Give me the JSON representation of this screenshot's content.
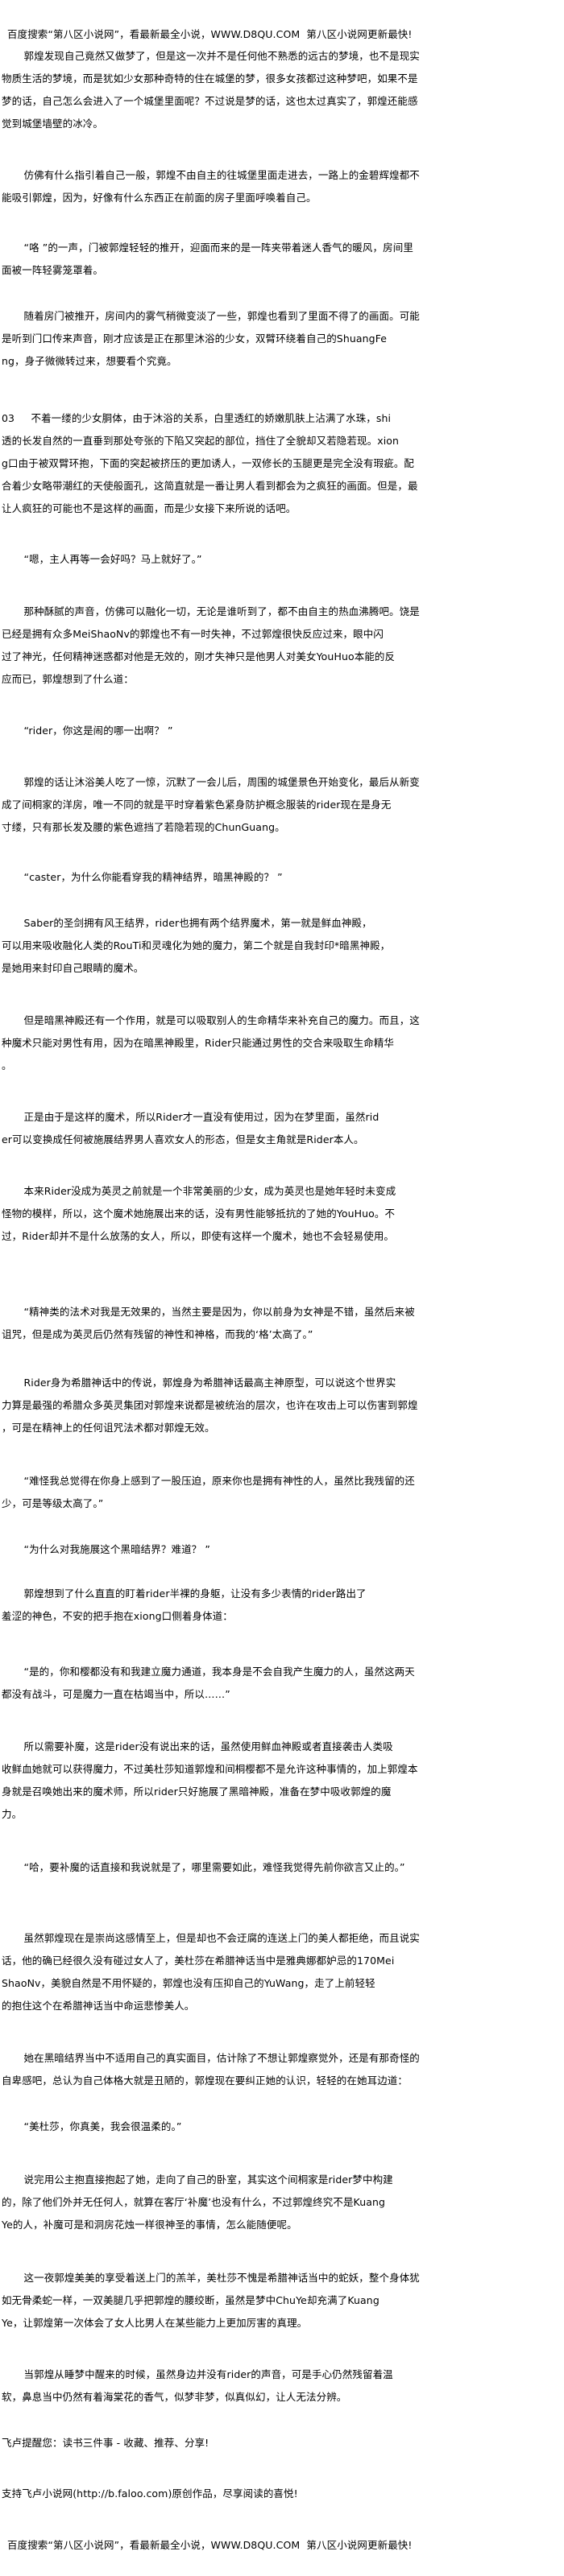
{
  "header_ad": "百度搜索“第八区小说网”，看最新最全小说，WWW.D8QU.COM  第八区小说网更新最快!",
  "paragraphs": [
    "郭煌发现自己竟然又做梦了，但是这一次并不是任何他不熟悉的远古的梦境，也不是现实\n物质生活的梦境，而是犹如少女那种奇特的住在城堡的梦，很多女孩都过这种梦吧，如果不是\n梦的话，自己怎么会进入了一个城堡里面呢？不过说是梦的话，这也太过真实了，郭煌还能感\n觉到城堡墙壁的冰冷。",
    "仿佛有什么指引着自己一般，郭煌不由自主的往城堡里面走进去，一路上的金碧辉煌都不\n能吸引郭煌，因为，好像有什么东西正在前面的房子里面呼唤着自己。",
    "“咯 ”的一声，门被郭煌轻轻的推开，迎面而来的是一阵夹带着迷人香气的暖风，房间里\n面被一阵轻雾笼罩着。",
    "随着房门被推开，房间内的雾气稍微变淡了一些，郭煌也看到了里面不得了的画面。可能\n是听到门口传来声音，刚才应该是正在那里沐浴的少女，双臂环绕着自己的ShuangFe\nng，身子微微转过来，想要看个究竟。",
    "03     不着一缕的少女胴体，由于沐浴的关系，白里透红的娇嫩肌肤上沾满了水珠，shi\n透的长发自然的一直垂到那处夸张的下陷又突起的部位，挡住了全貌却又若隐若现。xion\ng口由于被双臂环抱，下面的突起被挤压的更加诱人，一双修长的玉腿更是完全没有瑕疵。配\n合着少女略带潮红的天使般面孔，这简直就是一番让男人看到都会为之疯狂的画面。但是，最\n让人疯狂的可能也不是这样的画面，而是少女接下来所说的话吧。",
    "“嗯，主人再等一会好吗？马上就好了。”",
    "那种酥腻的声音，仿佛可以融化一切，无论是谁听到了，都不由自主的热血沸腾吧。饶是\n已经是拥有众多MeiShaoNv的郭煌也不有一时失神，不过郭煌很快反应过来，眼中闪\n过了神光，任何精神迷惑都对他是无效的，刚才失神只是他男人对美女YouHuo本能的反\n应而已，郭煌想到了什么道：",
    "“rider，你这是闹的哪一出啊？ ”",
    "郭煌的话让沐浴美人吃了一惊，沉默了一会儿后，周围的城堡景色开始变化，最后从新变\n成了间桐家的洋房，唯一不同的就是平时穿着紫色紧身防护概念服装的rider现在是身无\n寸缕，只有那长发及腰的紫色遮挡了若隐若现的ChunGuang。",
    "“caster，为什么你能看穿我的精神结界，暗黑神殿的？ ”",
    "Saber的圣剑拥有风王结界，rider也拥有两个结界魔术，第一就是鲜血神殿，\n可以用来吸收融化人类的RouTi和灵魂化为她的魔力，第二个就是自我封印*暗黑神殿，\n是她用来封印自己眼睛的魔术。",
    "但是暗黑神殿还有一个作用，就是可以吸取别人的生命精华来补充自己的魔力。而且，这\n种魔术只能对男性有用，因为在暗黑神殿里，Rider只能通过男性的交合来吸取生命精华\n。",
    "正是由于是这样的魔术，所以Rider才一直没有使用过，因为在梦里面，虽然rid\ner可以变换成任何被施展结界男人喜欢女人的形态，但是女主角就是Rider本人。",
    "本来Rider没成为英灵之前就是一个非常美丽的少女，成为英灵也是她年轻时未变成\n怪物的模样，所以，这个魔术她施展出来的话，没有男性能够抵抗的了她的YouHuo。不\n过，Rider却并不是什么放荡的女人，所以，即使有这样一个魔术，她也不会轻易使用。",
    "“精神类的法术对我是无效果的，当然主要是因为，你以前身为女神是不错，虽然后来被\n诅咒，但是成为英灵后仍然有残留的神性和神格，而我的‘格’太高了。”",
    "Rider身为希腊神话中的传说，郭煌身为希腊神话最高主神原型，可以说这个世界实\n力算是最强的希腊众多英灵集团对郭煌来说都是被统治的层次，也许在攻击上可以伤害到郭煌\n，可是在精神上的任何诅咒法术都对郭煌无效。",
    "“难怪我总觉得在你身上感到了一股压迫，原来你也是拥有神性的人，虽然比我残留的还\n少，可是等级太高了。”",
    "“为什么对我施展这个黑暗结界？难道？ ”",
    "郭煌想到了什么直直的盯着rider半裸的身躯，让没有多少表情的rider路出了\n羞涩的神色，不安的把手抱在xiong口侧着身体道：",
    "“是的，你和樱都没有和我建立魔力通道，我本身是不会自我产生魔力的人，虽然这两天\n都没有战斗，可是魔力一直在枯竭当中，所以……”",
    "所以需要补魔，这是rider没有说出来的话，虽然使用鲜血神殿或者直接袭击人类吸\n收鲜血她就可以获得魔力，不过美杜莎知道郭煌和间桐樱都不是允许这种事情的，加上郭煌本\n身就是召唤她出来的魔术师，所以rider只好施展了黑暗神殿，准备在梦中吸收郭煌的魔\n力。",
    "“哈，要补魔的话直接和我说就是了，哪里需要如此，难怪我觉得先前你欲言又止的。”",
    "虽然郭煌现在是崇尚这感情至上，但是却也不会迂腐的连送上门的美人都拒绝，而且说实\n话，他的确已经很久没有碰过女人了，美杜莎在希腊神话当中是雅典娜都妒忌的170Mei\nShaoNv，美貌自然是不用怀疑的，郭煌也没有压抑自己的YuWang，走了上前轻轻\n的抱住这个在希腊神话当中命运悲惨美人。",
    "她在黑暗结界当中不适用自己的真实面目，估计除了不想让郭煌察觉外，还是有那奇怪的\n自卑感吧，总认为自己体格大就是丑陋的，郭煌现在要纠正她的认识，轻轻的在她耳边道：",
    "“美杜莎，你真美，我会很温柔的。”",
    "说完用公主抱直接抱起了她，走向了自己的卧室，其实这个间桐家是rider梦中构建\n的，除了他们外并无任何人，就算在客厅‘补魔’也没有什么，不过郭煌终究不是Kuang\nYe的人，补魔可是和洞房花烛一样很神圣的事情，怎么能随便呢。",
    "这一夜郭煌美美的享受着送上门的羔羊，美杜莎不愧是希腊神话当中的蛇妖，整个身体犹\n如无骨柔蛇一样，一双美腿几乎把郭煌的腰绞断，虽然是梦中ChuYe却充满了Kuang\nYe，让郭煌第一次体会了女人比男人在某些能力上更加厉害的真理。",
    "当郭煌从睡梦中醒来的时候，虽然身边并没有rider的声音，可是手心仍然残留着温\n软，鼻息当中仍然有着海棠花的香气，似梦非梦，似真似幻，让人无法分辨。"
  ],
  "footer": {
    "reminder": "飞卢提醒您：读书三件事 - 收藏、推荐、分享!",
    "support": "支持飞卢小说网(http://b.faloo.com)原创作品，尽享阅读的喜悦!",
    "ad": "百度搜索“第八区小说网”，看最新最全小说，WWW.D8QU.COM  第八区小说网更新最快!"
  }
}
